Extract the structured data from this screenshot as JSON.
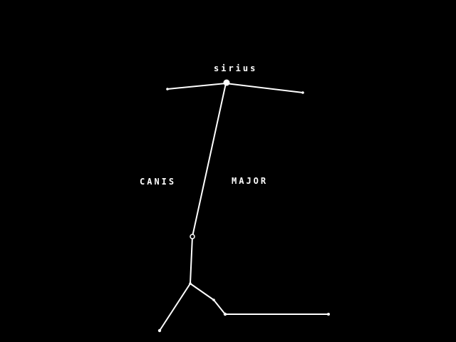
{
  "labels": {
    "star": "sirius",
    "constellation_left": "CANIS",
    "constellation_right": "MAJOR"
  },
  "colors": {
    "background": "#000000",
    "foreground": "#ffffff"
  }
}
